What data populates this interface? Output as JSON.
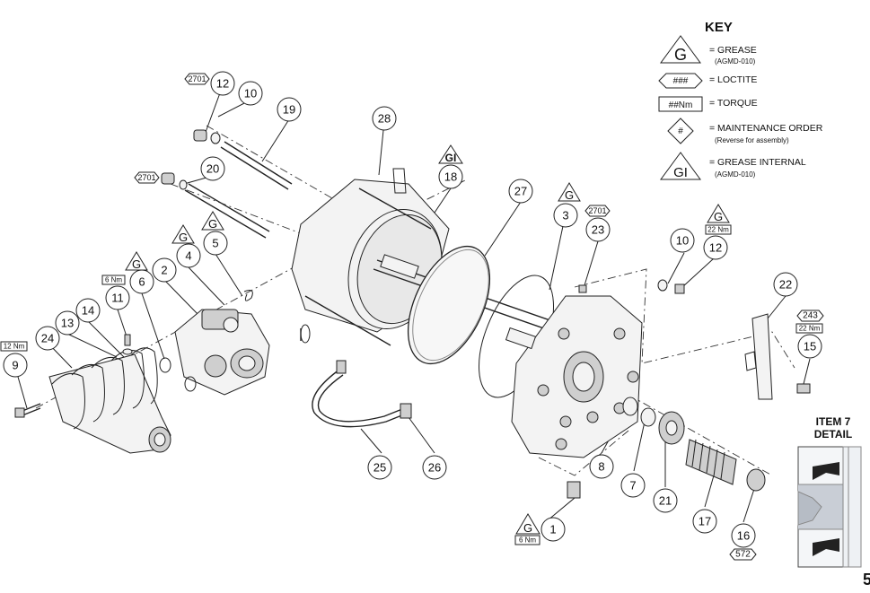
{
  "key": {
    "title": "KEY",
    "grease_symbol": "G",
    "grease_label": "= GREASE",
    "grease_sub": "(AGMD-010)",
    "loctite_symbol": "###",
    "loctite_label": "= LOCTITE",
    "torque_symbol": "##Nm",
    "torque_label": "= TORQUE",
    "maint_symbol": "#",
    "maint_label": "= MAINTENANCE ORDER",
    "maint_sub": "(Reverse for assembly)",
    "grease_internal_symbol": "GI",
    "grease_internal_label": "= GREASE INTERNAL",
    "grease_internal_sub": "(AGMD-010)"
  },
  "callouts": [
    "1",
    "2",
    "3",
    "4",
    "5",
    "6",
    "7",
    "8",
    "9",
    "10",
    "10",
    "11",
    "12",
    "12",
    "13",
    "14",
    "15",
    "16",
    "17",
    "18",
    "19",
    "20",
    "21",
    "22",
    "23",
    "24",
    "25",
    "26",
    "27",
    "28"
  ],
  "tags": {
    "loctite_2701": "2701",
    "loctite_243": "243",
    "loctite_572": "572",
    "torque_12": "12 Nm",
    "torque_6": "6 Nm",
    "torque_22": "22 Nm",
    "grease": "G",
    "grease_internal": "GI"
  },
  "detail": {
    "title_line1": "ITEM 7",
    "title_line2": "DETAIL"
  },
  "page_number": "5"
}
